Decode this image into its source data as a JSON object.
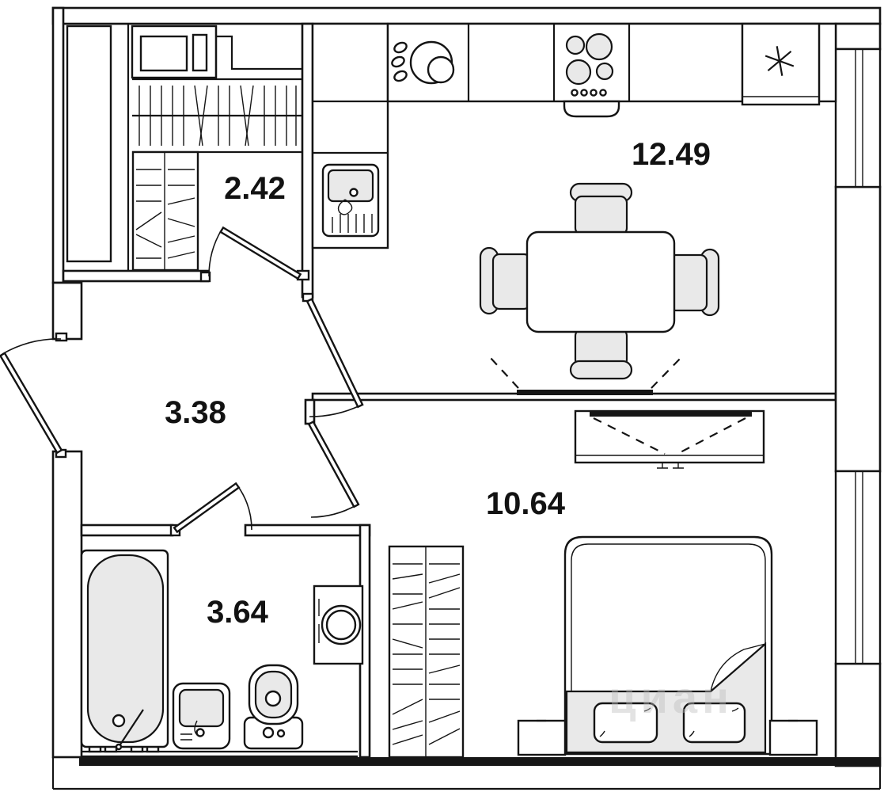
{
  "plan": {
    "title": "one-room apartment floor plan",
    "rooms": [
      {
        "id": "storage",
        "area_label": "2.42"
      },
      {
        "id": "kitchen_living",
        "area_label": "12.49"
      },
      {
        "id": "hallway",
        "area_label": "3.38"
      },
      {
        "id": "bedroom",
        "area_label": "10.64"
      },
      {
        "id": "bathroom",
        "area_label": "3.64"
      }
    ],
    "watermark": "циан",
    "colors": {
      "line": "#141414",
      "wall_fill": "#161616",
      "furniture_fill": "#e9e9e9",
      "background": "#ffffff"
    }
  }
}
